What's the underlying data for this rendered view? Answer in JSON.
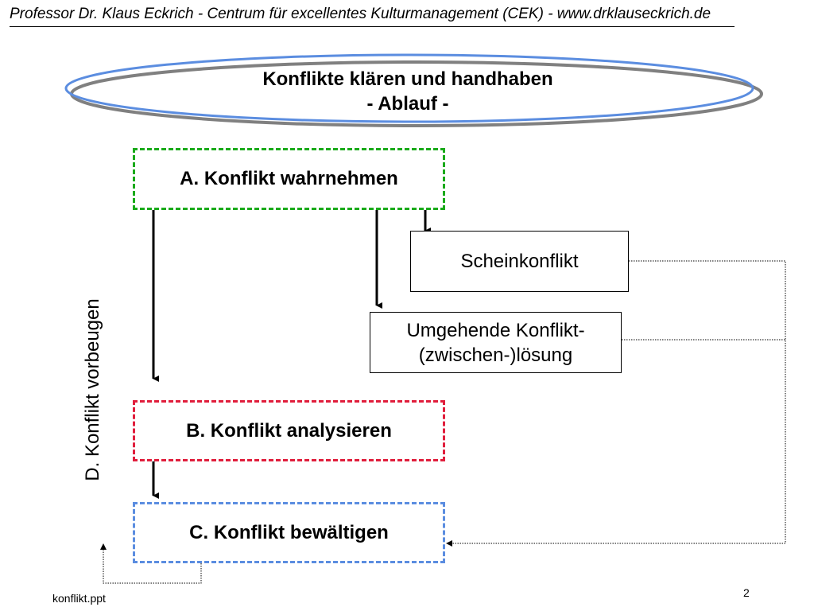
{
  "header": {
    "text": "Professor Dr. Klaus Eckrich - Centrum für excellentes Kulturmanagement (CEK) - www.drklauseckrich.de"
  },
  "title": {
    "line1": "Konflikte klären und handhaben",
    "line2": "- Ablauf -"
  },
  "steps": {
    "a": "A. Konflikt wahrnehmen",
    "b": "B. Konflikt analysieren",
    "c": "C. Konflikt bewältigen",
    "d": "D. Konflikt vorbeugen"
  },
  "branches": {
    "schein": "Scheinkonflikt",
    "umgehend_line1": "Umgehende Konflikt-",
    "umgehend_line2": "(zwischen-)lösung"
  },
  "footer": {
    "file": "konflikt.ppt",
    "page": "2"
  },
  "colors": {
    "a_border": "#1aaa1a",
    "b_border": "#e01e3c",
    "c_border": "#5b8de0",
    "ellipse_blue": "#5b8de0",
    "ellipse_gray": "#808080"
  }
}
